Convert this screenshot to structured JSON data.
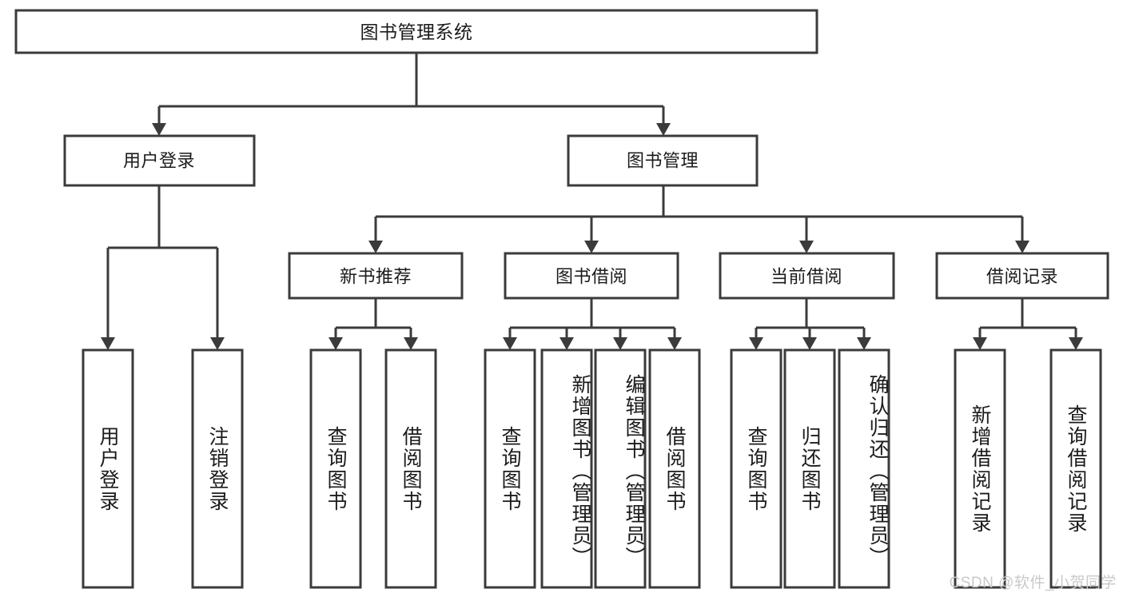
{
  "diagram": {
    "type": "tree-hierarchy",
    "title": "图书管理系统",
    "watermark": "CSDN @软件_小贺同学",
    "colors": {
      "stroke": "#3b3b3b",
      "fill": "#ffffff",
      "text": "#1b1b1b",
      "watermark": "#c9c9c9"
    },
    "nodes": {
      "root": {
        "label": "图书管理系统",
        "orientation": "horizontal"
      },
      "level1": [
        {
          "id": "user-login",
          "label": "用户登录",
          "orientation": "horizontal"
        },
        {
          "id": "book-manage",
          "label": "图书管理",
          "orientation": "horizontal"
        }
      ],
      "level2": [
        {
          "id": "new-book-recommend",
          "label": "新书推荐",
          "orientation": "horizontal"
        },
        {
          "id": "book-borrow",
          "label": "图书借阅",
          "orientation": "horizontal"
        },
        {
          "id": "current-borrow",
          "label": "当前借阅",
          "orientation": "horizontal"
        },
        {
          "id": "borrow-record",
          "label": "借阅记录",
          "orientation": "horizontal"
        }
      ],
      "leaves": {
        "user-login": [
          {
            "id": "leaf-user-login",
            "label": "用户登录",
            "orientation": "vertical"
          },
          {
            "id": "leaf-logout-login",
            "label": "注销登录",
            "orientation": "vertical"
          }
        ],
        "new-book-recommend": [
          {
            "id": "leaf-query-book-1",
            "label": "查询图书",
            "orientation": "vertical"
          },
          {
            "id": "leaf-borrow-book-1",
            "label": "借阅图书",
            "orientation": "vertical"
          }
        ],
        "book-borrow": [
          {
            "id": "leaf-query-book-2",
            "label": "查询图书",
            "orientation": "vertical"
          },
          {
            "id": "leaf-add-book",
            "label": "新增图书（管理员）",
            "orientation": "vertical"
          },
          {
            "id": "leaf-edit-book",
            "label": "编辑图书（管理员）",
            "orientation": "vertical"
          },
          {
            "id": "leaf-borrow-book-2",
            "label": "借阅图书",
            "orientation": "vertical"
          }
        ],
        "current-borrow": [
          {
            "id": "leaf-query-book-3",
            "label": "查询图书",
            "orientation": "vertical"
          },
          {
            "id": "leaf-return-book",
            "label": "归还图书",
            "orientation": "vertical"
          },
          {
            "id": "leaf-confirm-return",
            "label": "确认归还（管理员）",
            "orientation": "vertical"
          }
        ],
        "borrow-record": [
          {
            "id": "leaf-add-record",
            "label": "新增借阅记录",
            "orientation": "vertical"
          },
          {
            "id": "leaf-query-record",
            "label": "查询借阅记录",
            "orientation": "vertical"
          }
        ]
      }
    }
  }
}
